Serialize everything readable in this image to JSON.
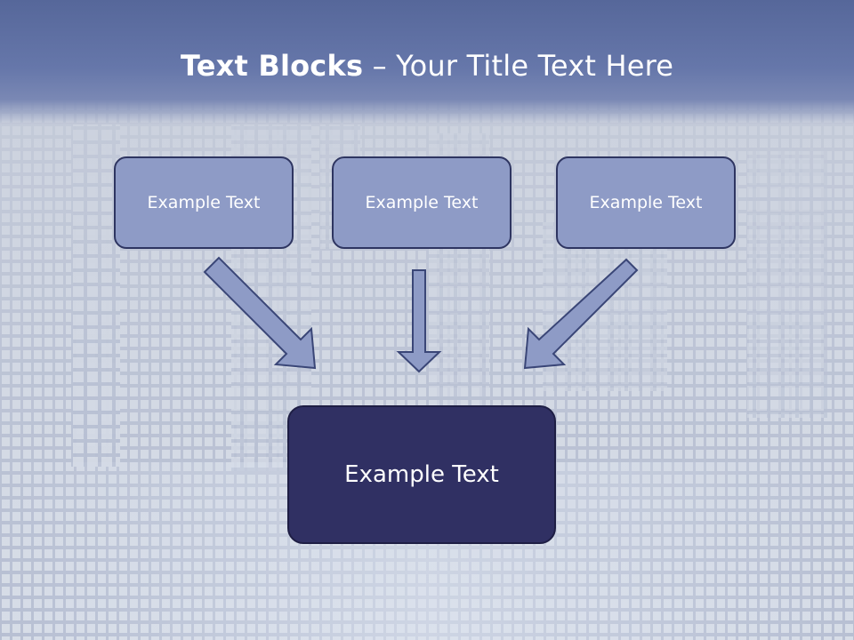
{
  "slide": {
    "title_bold": "Text Blocks",
    "title_dash": " – ",
    "title_rest": "Your Title Text Here"
  },
  "boxes": {
    "left": "Example Text",
    "center": "Example Text",
    "right": "Example Text",
    "bottom": "Example Text"
  },
  "colors": {
    "title_band": "#6677aa",
    "small_box_fill": "#8e9bc6",
    "small_box_border": "#2e3561",
    "big_box_fill": "#303063",
    "arrow_fill": "#8e9bc6",
    "arrow_stroke": "#3a4677"
  }
}
